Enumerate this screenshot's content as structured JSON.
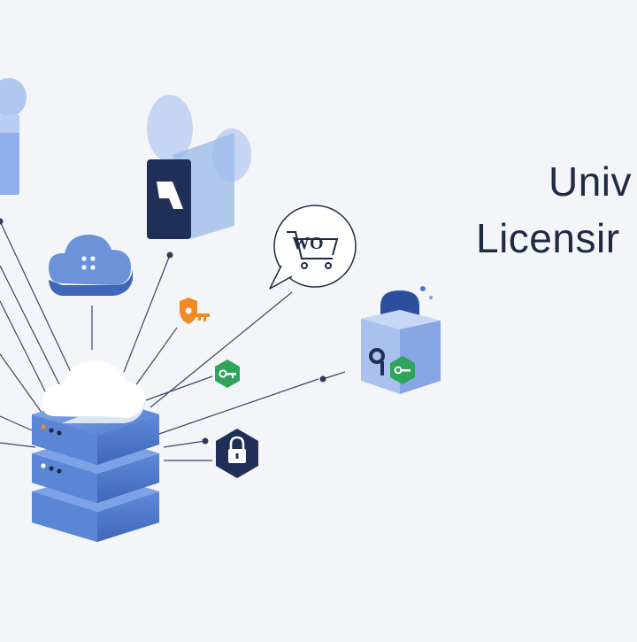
{
  "headline": {
    "line1": "Univ",
    "line2": "Licensir"
  },
  "icons": {
    "server": "server-stack-icon",
    "cloud_on_server": "cloud-icon",
    "cloud_dots": "cloud-dots-icon",
    "brand_box": "brand-tile-icon",
    "cart_bubble_text": "WO",
    "cart": "shopping-cart-icon",
    "shield_key": "shield-key-icon",
    "hex_key": "hex-key-icon",
    "lock": "lock-hexagon-icon",
    "key_box": "key-box-icon"
  },
  "colors": {
    "background": "#f3f5f8",
    "accent_blue": "#5b86d6",
    "navy": "#1f2a44",
    "green": "#2fa35a",
    "orange": "#f08a24"
  }
}
